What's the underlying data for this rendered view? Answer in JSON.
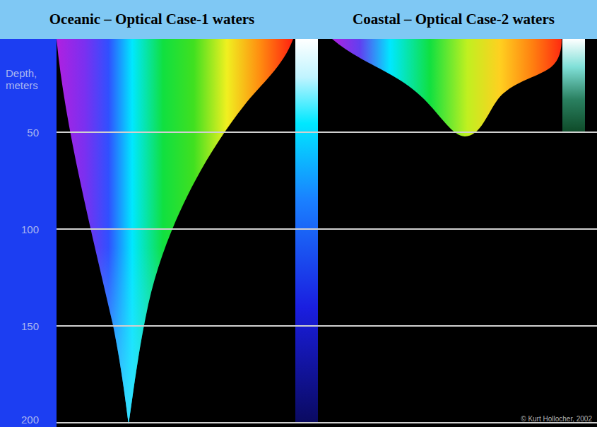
{
  "diagram": {
    "labels": [
      "Oceanic – Optical Case-1 waters",
      "Coastal – Optical Case-2 waters",
      "Depth, meters",
      "50",
      "100",
      "150",
      "200",
      "© Kurt Hollocher, 2002"
    ]
  }
}
